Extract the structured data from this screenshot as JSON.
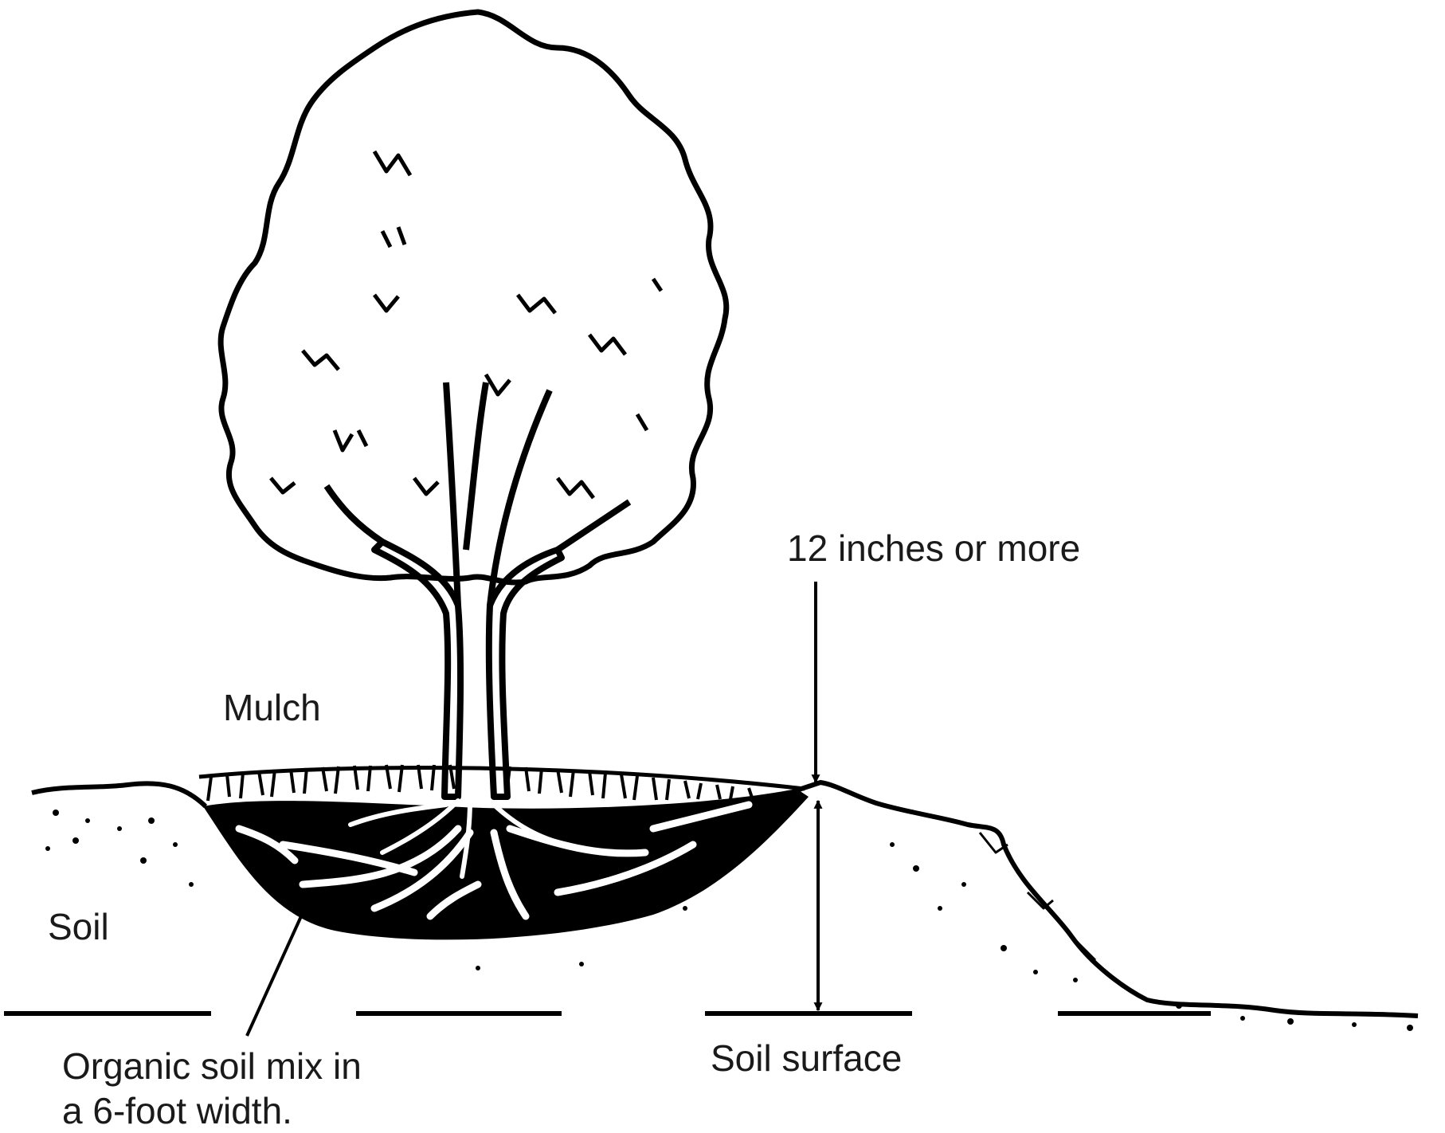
{
  "labels": {
    "height_note": "12 inches or more",
    "mulch": "Mulch",
    "soil": "Soil",
    "organic_mix_line1": "Organic soil mix in",
    "organic_mix_line2": "a 6-foot width.",
    "soil_surface": "Soil surface"
  },
  "colors": {
    "ink": "#000000",
    "background": "#ffffff"
  }
}
